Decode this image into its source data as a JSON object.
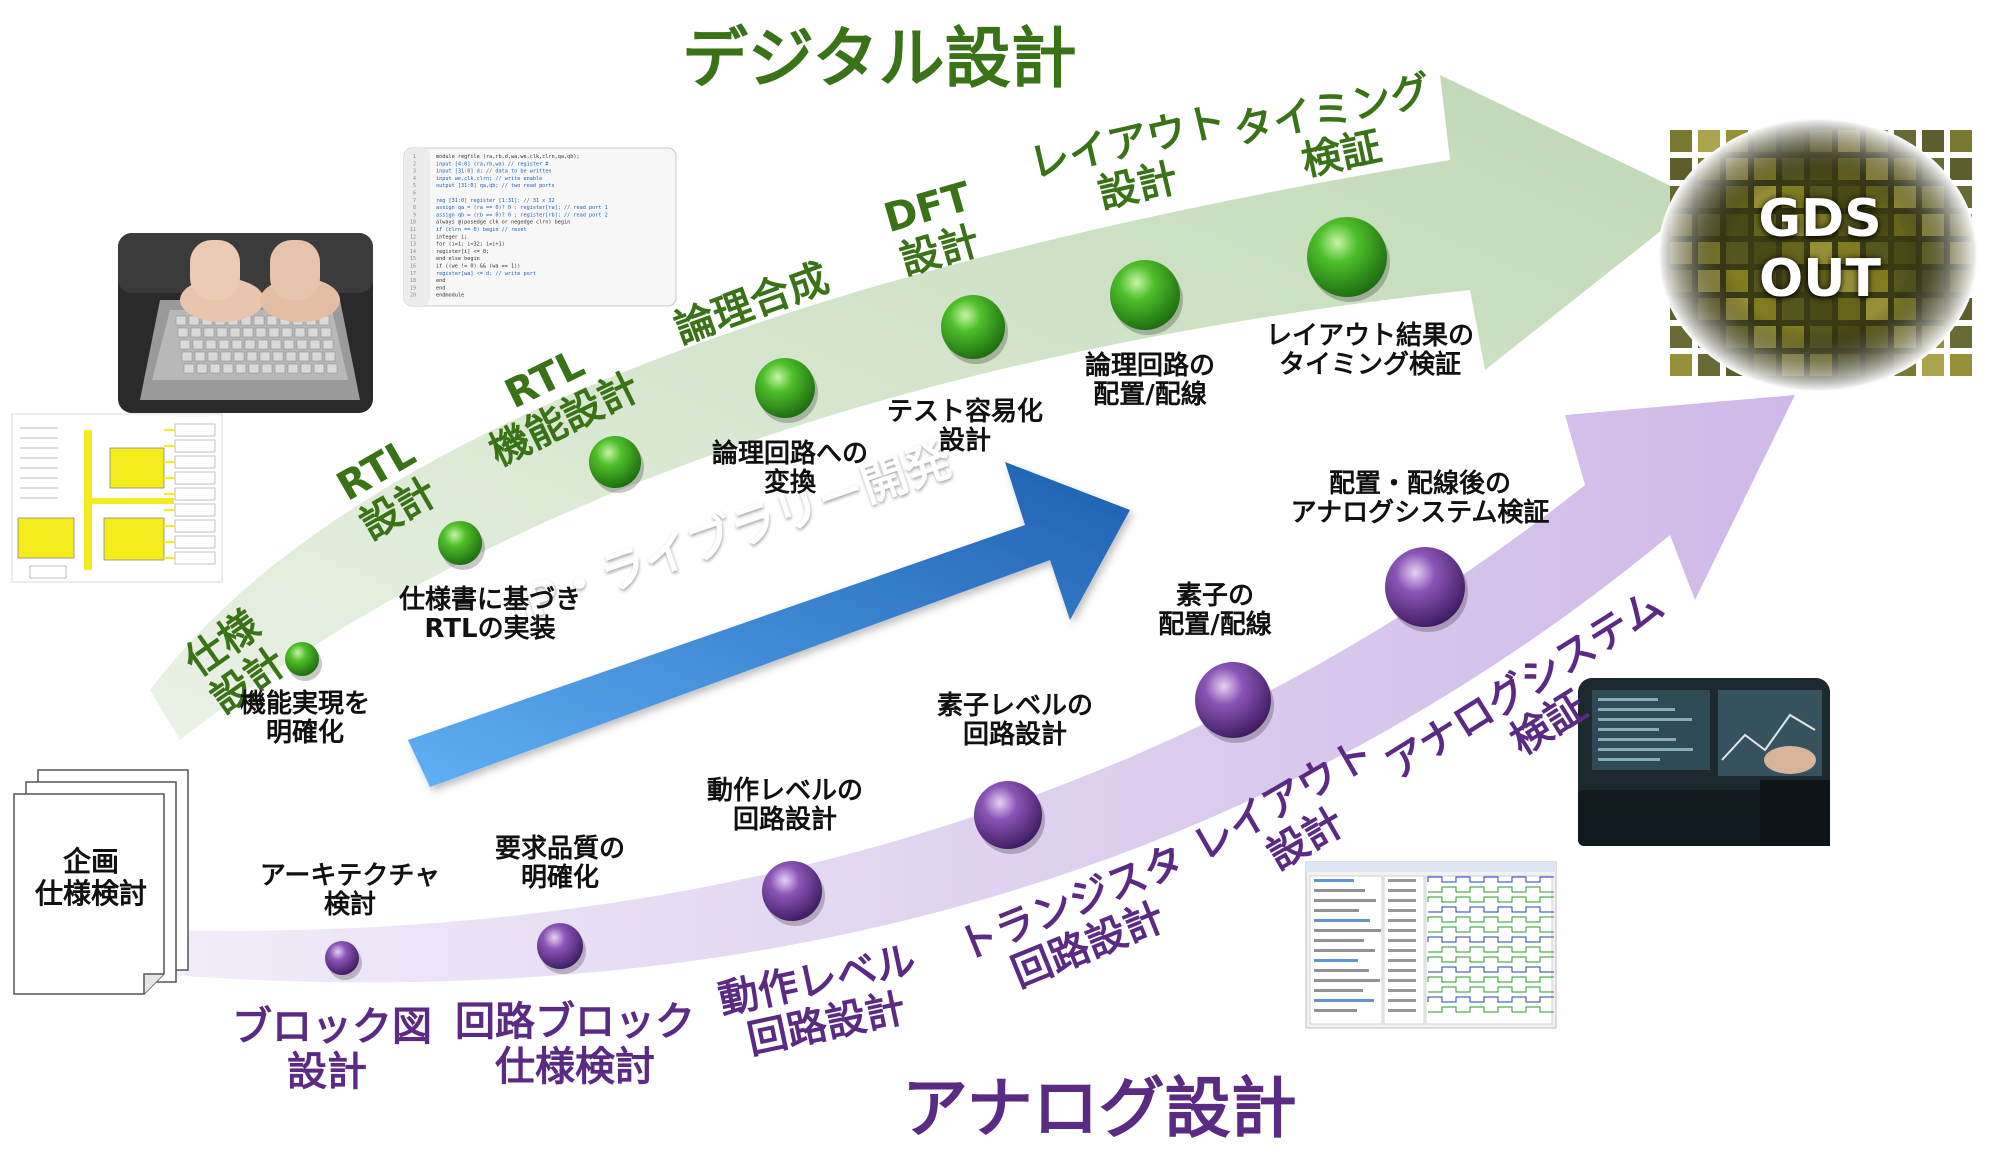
{
  "titles": {
    "digital": "デジタル設計",
    "analog": "アナログ設計",
    "ip_library": "IP・ライブラリー開発",
    "gds_line1": "GDS",
    "gds_line2": "OUT"
  },
  "planning": {
    "line1": "企画",
    "line2": "仕様検討"
  },
  "digital_stages": [
    {
      "line1": "仕様",
      "line2": "設計",
      "desc1": "機能実現を",
      "desc2": "明確化"
    },
    {
      "line1": "RTL",
      "line2": "設計",
      "desc1": "仕様書に基づき",
      "desc2": "RTLの実装"
    },
    {
      "line1": "RTL",
      "line2": "機能設計",
      "desc1": "",
      "desc2": ""
    },
    {
      "line1": "論理合成",
      "line2": "",
      "desc1": "論理回路への",
      "desc2": "変換"
    },
    {
      "line1": "DFT",
      "line2": "設計",
      "desc1": "テスト容易化",
      "desc2": "設計"
    },
    {
      "line1": "レイアウト",
      "line2": "設計",
      "desc1": "論理回路の",
      "desc2": "配置/配線"
    },
    {
      "line1": "タイミング",
      "line2": "検証",
      "desc1": "レイアウト結果の",
      "desc2": "タイミング検証"
    }
  ],
  "analog_stages": [
    {
      "line1": "ブロック図",
      "line2": "設計",
      "desc1": "アーキテクチャ",
      "desc2": "検討"
    },
    {
      "line1": "回路ブロック",
      "line2": "仕様検討",
      "desc1": "要求品質の",
      "desc2": "明確化"
    },
    {
      "line1": "動作レベル",
      "line2": "回路設計",
      "desc1": "動作レベルの",
      "desc2": "回路設計"
    },
    {
      "line1": "トランジスタ",
      "line2": "回路設計",
      "desc1": "素子レベルの",
      "desc2": "回路設計"
    },
    {
      "line1": "レイアウト",
      "line2": "設計",
      "desc1": "素子の",
      "desc2": "配置/配線"
    },
    {
      "line1": "アナログシステム",
      "line2": "検証",
      "desc1": "配置・配線後の",
      "desc2": "アナログシステム検証"
    }
  ],
  "code_lines": [
    "module regfile (ra,rb,d,wa,we,clk,clrn,qa,qb);",
    "  input  [4:0] (ra,rb,wa)   // register #",
    "  input  [31:0] d;          // data to be written",
    "  input         we,clk,clrn; // write enable",
    "  output [31:0] qa,qb;      // two read ports",
    "",
    "  reg    [31:0] register [1:31]; // 31 x 32",
    "  assign qa = (ra == 0)? 0 : register[ra]; // read port 1",
    "  assign qb = (rb == 0)? 0 : register[rb]; // read port 2",
    "  always @(posedge clk or negedge clrn) begin",
    "    if (clrn == 0) begin // reset",
    "      integer i;",
    "      for (i=1; i<32; i=i+1)",
    "        register[i] <= 0;",
    "    end else begin",
    "      if ((we != 0) && (wa == 1))",
    "        register[wa] <= d;          // write port",
    "    end",
    "  end",
    "endmodule"
  ],
  "colors": {
    "digital_text": "#3a7218",
    "analog_text": "#5b2a83",
    "digital_arrow": "#c9dcc0",
    "analog_arrow": "#d9c9ec",
    "ip_arrow": "#2d76c8",
    "block_yellow": "#f4ec1c"
  }
}
